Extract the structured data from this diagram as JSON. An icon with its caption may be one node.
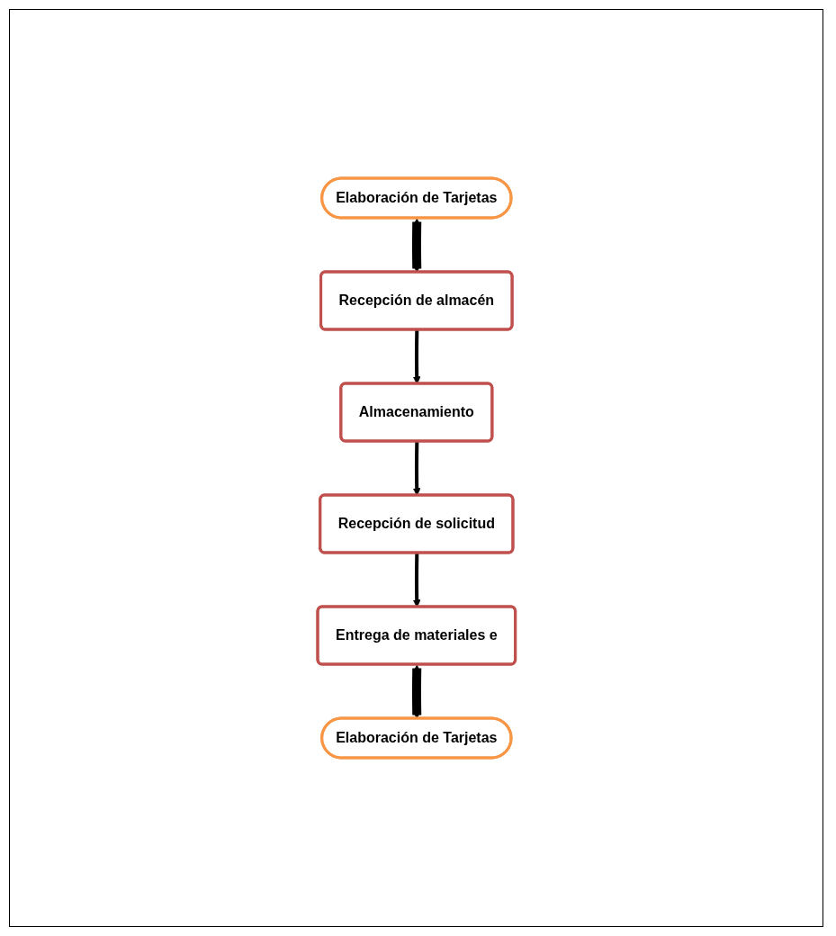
{
  "diagram": {
    "nodes": [
      {
        "text": [
          "Elaboración de Tarjetas"
        ]
      },
      {
        "text": [
          "Recepción de almacén"
        ]
      },
      {
        "text": [
          "Almacenamiento"
        ]
      },
      {
        "text": [
          "Recepción de solicitud"
        ]
      },
      {
        "text": [
          "Entrega de materiales e"
        ]
      },
      {
        "text": [
          "Elaboración de Tarjetas"
        ]
      }
    ],
    "edges": [
      {
        "from": 0,
        "to": 1,
        "arrow": "both",
        "style": "thick"
      },
      {
        "from": 1,
        "to": 2,
        "arrow": "to"
      },
      {
        "from": 2,
        "to": 3,
        "arrow": "to"
      },
      {
        "from": 3,
        "to": 4,
        "arrow": "to"
      },
      {
        "from": 4,
        "to": 5,
        "arrow": "both",
        "style": "thick"
      }
    ]
  }
}
